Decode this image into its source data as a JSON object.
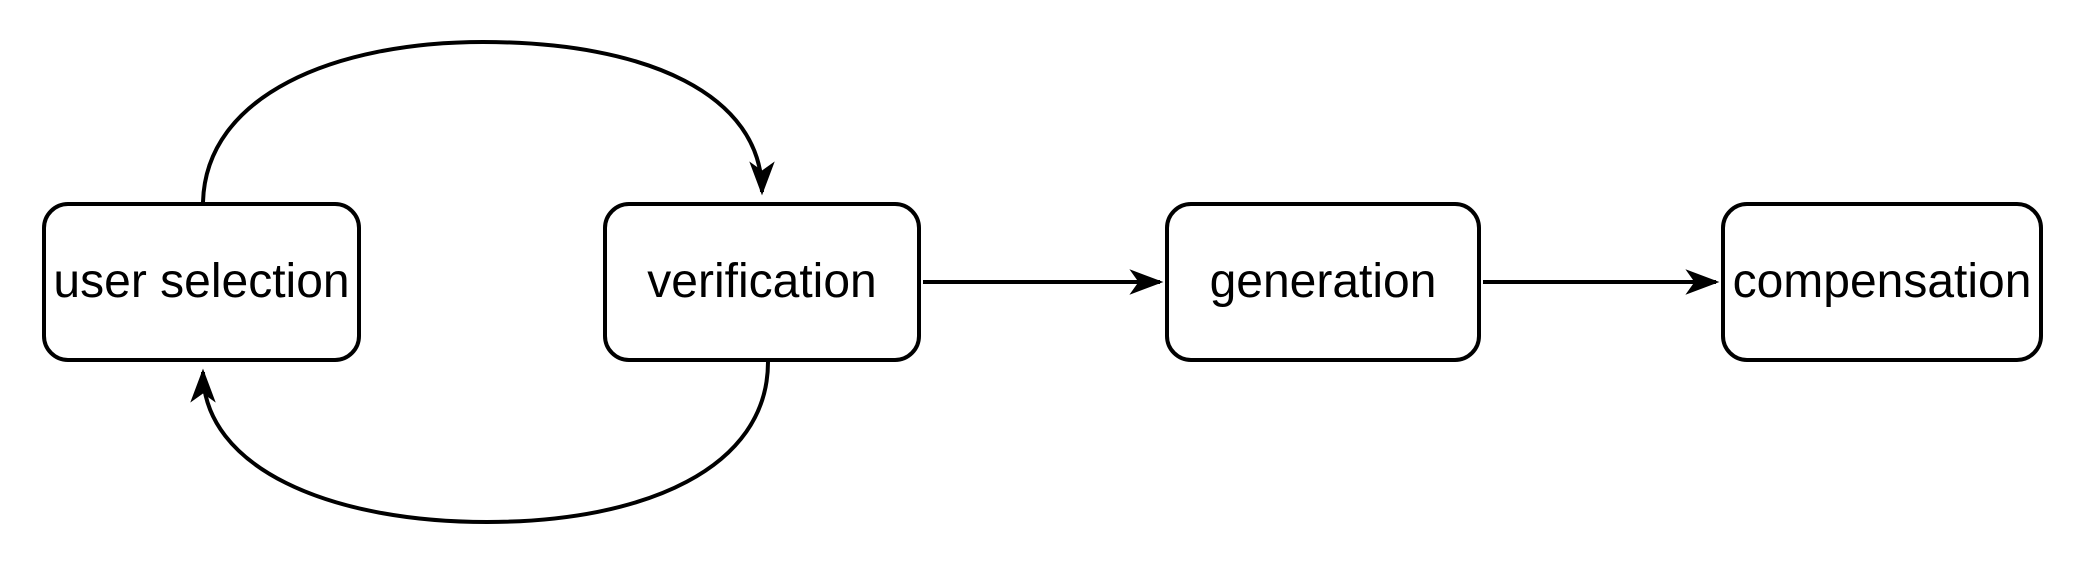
{
  "diagram": {
    "type": "flowchart",
    "colors": {
      "background": "#ffffff",
      "stroke": "#000000",
      "node-fill": "#ffffff",
      "text-color": "#000000"
    },
    "nodes": [
      {
        "id": "user-selection",
        "label": "user selection"
      },
      {
        "id": "verification",
        "label": "verification"
      },
      {
        "id": "generation",
        "label": "generation"
      },
      {
        "id": "compensation",
        "label": "compensation"
      }
    ],
    "edges": [
      {
        "from": "user-selection",
        "to": "verification",
        "style": "curved-over-top",
        "arrowhead": "classic-filled"
      },
      {
        "from": "verification",
        "to": "user-selection",
        "style": "curved-under-bottom",
        "arrowhead": "classic-filled"
      },
      {
        "from": "verification",
        "to": "generation",
        "style": "straight",
        "arrowhead": "classic-filled"
      },
      {
        "from": "generation",
        "to": "compensation",
        "style": "straight",
        "arrowhead": "classic-filled"
      }
    ]
  }
}
